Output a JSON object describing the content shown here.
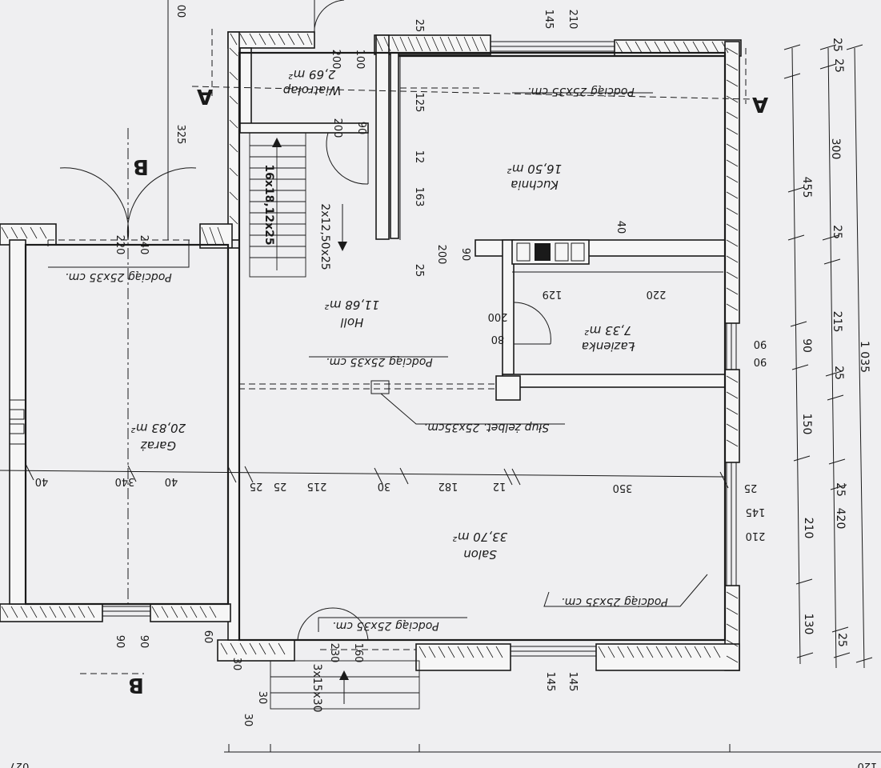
{
  "section_marks": {
    "a_left": "A",
    "a_right": "A",
    "b_top": "B",
    "b_bottom": "B"
  },
  "rooms": [
    {
      "id": "wiatrolap",
      "name": "Wiatrołap",
      "area": "2,69 m²"
    },
    {
      "id": "kuchnia",
      "name": "Kuchnia",
      "area": "16,50 m²"
    },
    {
      "id": "hall",
      "name": "Holl",
      "area": "11,68 m²"
    },
    {
      "id": "lazienka",
      "name": "Łazienka",
      "area": "7,33 m²"
    },
    {
      "id": "garaz",
      "name": "Garaż",
      "area": "20,83 m²"
    },
    {
      "id": "salon",
      "name": "Salon",
      "area": "33,70 m²"
    }
  ],
  "notes": {
    "podciag_kitchen": "Podciąg 25x35 cm.",
    "podciag_hall": "Podciąg 25x35 cm.",
    "podciag_garage": "Podciąg 25x35 cm.",
    "podciag_salon": "Podciąg 25x35 cm.",
    "podciag_entry": "Podciąg 25x35 cm.",
    "slup": "Słup żelbet. 25x35cm.",
    "stairs_main": "16x18,12x25",
    "stairs_landing": "2x12,50x25",
    "stairs_entry": "3x15x30"
  },
  "dimensions": {
    "right_outer": [
      "25",
      "300",
      "25",
      "215",
      "25",
      "150",
      "25",
      "210",
      "25",
      "130",
      "25"
    ],
    "right_mid": [
      "455",
      "90",
      "420"
    ],
    "right_total": "1 035",
    "top_window": [
      "210",
      "145"
    ],
    "top_left_door": [
      "100",
      "200"
    ],
    "top_wall_25": "25",
    "left_top": "00",
    "left_325": "325",
    "kitchen_left": [
      "125",
      "12",
      "163"
    ],
    "kitchen_door": [
      "90",
      "200"
    ],
    "kitchen_door_25": "25",
    "wiatrolap_door": [
      "90",
      "200"
    ],
    "chimney_40": "40",
    "bath_width": [
      "129",
      "220"
    ],
    "bath_door": [
      "80",
      "200"
    ],
    "bath_window": [
      "90",
      "90"
    ],
    "garage_door": [
      "240",
      "220"
    ],
    "cross_row": [
      "40",
      "340",
      "40",
      "25",
      "25",
      "215",
      "30",
      "182",
      "12",
      "350",
      "25"
    ],
    "salon_window": [
      "145",
      "210"
    ],
    "bottom_window": [
      "145",
      "145"
    ],
    "entry_door": [
      "160",
      "230"
    ],
    "garage_window_low": [
      "90",
      "90"
    ],
    "bottom_60": "60",
    "bottom_stair_dims": [
      "30",
      "30",
      "30"
    ],
    "bottom_edge_left": "027",
    "bottom_edge_right": "120"
  }
}
